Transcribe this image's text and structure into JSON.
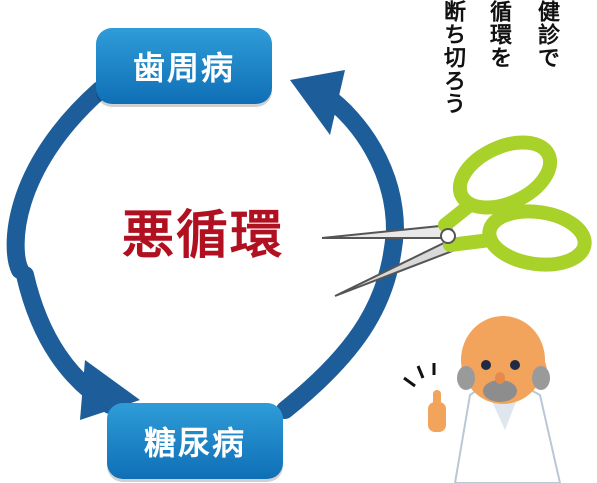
{
  "boxes": {
    "top": "歯周病",
    "bottom": "糖尿病"
  },
  "center": "悪循環",
  "vertical_text": [
    "健診で",
    "循環を",
    "断ち切ろう"
  ],
  "colors": {
    "box_blue": "#1a7ec8",
    "arrow_blue": "#1d5d99",
    "center_red": "#b01020",
    "scissor_green": "#a8d12a"
  },
  "icons": [
    "cycle-arrows",
    "scissors-icon",
    "doctor-thumbs-up"
  ]
}
